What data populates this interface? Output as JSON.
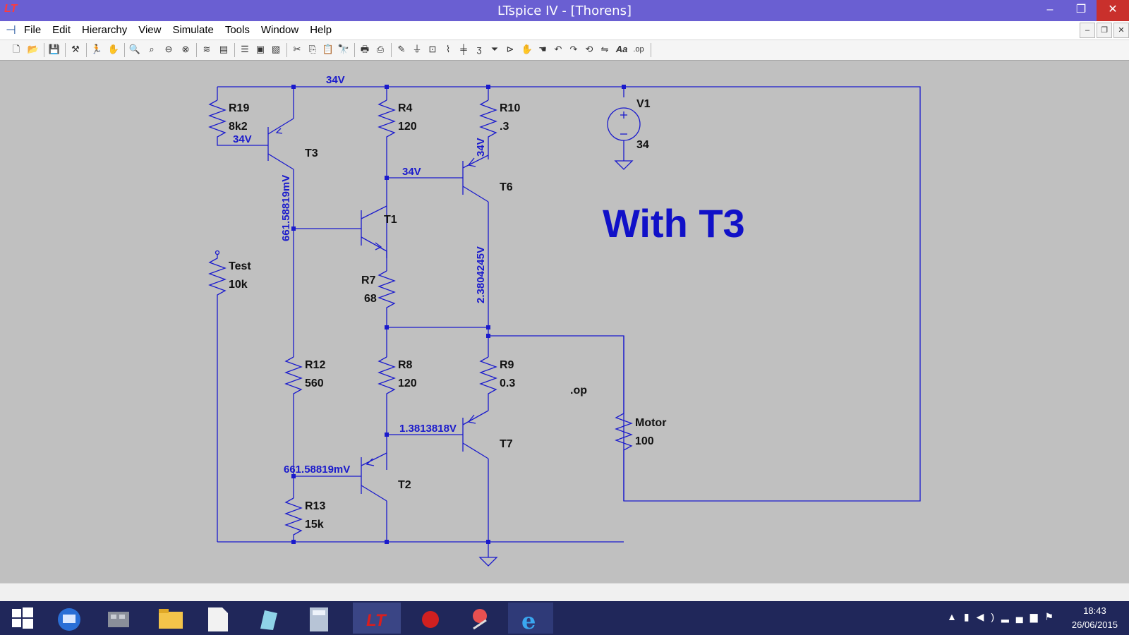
{
  "window": {
    "title": "LTspice IV - [Thorens]",
    "minimize": "–",
    "maximize": "❐",
    "close": "✕"
  },
  "menu": [
    "File",
    "Edit",
    "Hierarchy",
    "View",
    "Simulate",
    "Tools",
    "Window",
    "Help"
  ],
  "mdi_controls": [
    "–",
    "❐",
    "✕"
  ],
  "toolbar_icons": [
    "new-schematic-icon",
    "open-icon",
    "save-icon",
    "control-panel-icon",
    "run-icon",
    "halt-icon",
    "zoom-in-icon",
    "zoom-pan-icon",
    "zoom-out-icon",
    "zoom-fit-icon",
    "autoscale-icon",
    "tile-icon",
    "cascade-icon",
    "close-icon",
    "cut-icon",
    "copy-icon",
    "paste-icon",
    "find-icon",
    "print-setup-icon",
    "print-icon",
    "wire-icon",
    "ground-icon",
    "label-net-icon",
    "resistor-icon",
    "capacitor-icon",
    "inductor-icon",
    "diode-icon",
    "component-icon",
    "move-icon",
    "drag-icon",
    "undo-icon",
    "redo-icon",
    "rotate-icon",
    "mirror-icon",
    "text-icon",
    "spice-directive-icon"
  ],
  "schematic": {
    "heading": "With T3",
    "directive": ".op",
    "parts": {
      "R19": {
        "name": "R19",
        "value": "8k2"
      },
      "R4": {
        "name": "R4",
        "value": "120"
      },
      "R10": {
        "name": "R10",
        "value": ".3"
      },
      "V1": {
        "name": "V1",
        "value": "34"
      },
      "T3": {
        "name": "T3"
      },
      "T6": {
        "name": "T6"
      },
      "T1": {
        "name": "T1"
      },
      "Test": {
        "name": "Test",
        "value": "10k"
      },
      "R7": {
        "name": "R7",
        "value": "68"
      },
      "R12": {
        "name": "R12",
        "value": "560"
      },
      "R8": {
        "name": "R8",
        "value": "120"
      },
      "R9": {
        "name": "R9",
        "value": "0.3"
      },
      "Motor": {
        "name": "Motor",
        "value": "100"
      },
      "T7": {
        "name": "T7"
      },
      "T2": {
        "name": "T2"
      },
      "R13": {
        "name": "R13",
        "value": "15k"
      }
    },
    "voltages": {
      "top_rail": "34V",
      "t3_base": "34V",
      "t6_base": "34V",
      "t6_emitter": "34V",
      "t3_collector": "661.58819mV",
      "t6_collector": "2.3804245V",
      "t7_base": "1.3813818V",
      "t2_base": "661.58819mV"
    },
    "wire_color": "#1a1acc",
    "label_color": "#1a1acc"
  },
  "taskbar": {
    "apps": [
      "start-icon",
      "remote-desktop-icon",
      "file-manager-icon",
      "explorer-icon",
      "notepad-icon",
      "pen-icon",
      "calculator-icon",
      "ltspice-icon",
      "paint-icon",
      "snipping-tool-icon",
      "internet-explorer-icon"
    ],
    "time": "18:43",
    "date": "26/06/2015",
    "bg": "#20275a"
  }
}
